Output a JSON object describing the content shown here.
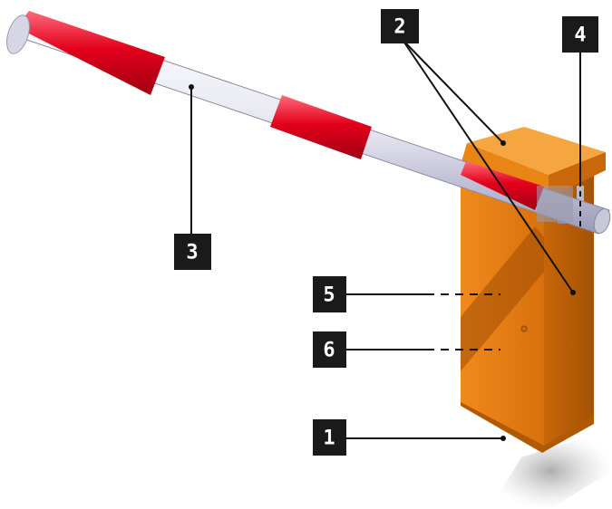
{
  "callouts": [
    {
      "id": "1",
      "label": "1"
    },
    {
      "id": "2",
      "label": "2"
    },
    {
      "id": "3",
      "label": "3"
    },
    {
      "id": "4",
      "label": "4"
    },
    {
      "id": "5",
      "label": "5"
    },
    {
      "id": "6",
      "label": "6"
    }
  ],
  "colors": {
    "cabinet": "#e07a10",
    "cabinet_dark": "#b85e07",
    "cabinet_light": "#f39a2e",
    "boom_white": "#e8e8f4",
    "boom_red": "#e3001b",
    "label_box": "#1a1a1a",
    "leader": "#111111"
  }
}
